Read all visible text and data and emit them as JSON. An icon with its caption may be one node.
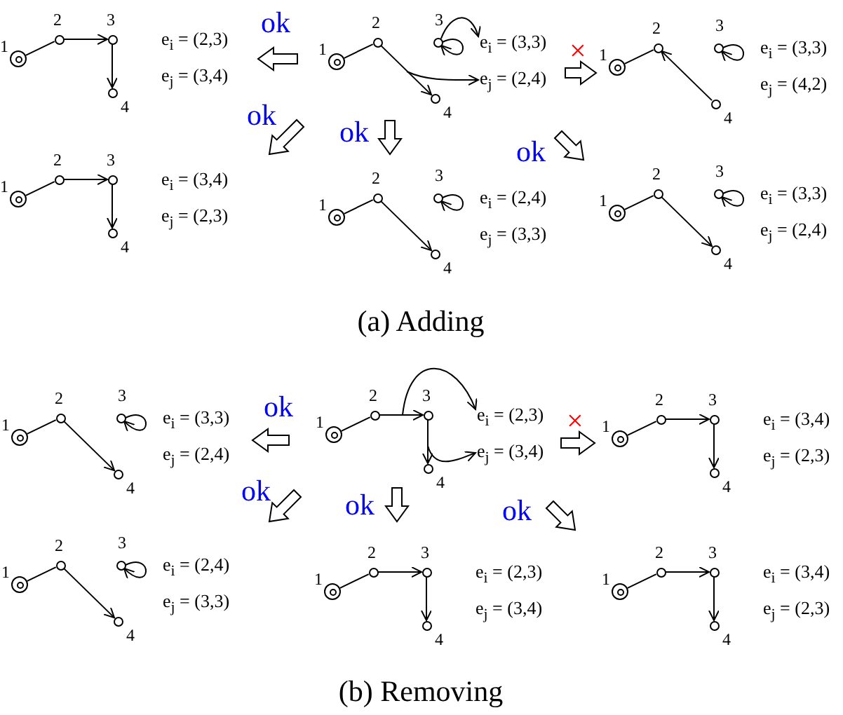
{
  "diagram": {
    "nodes": [
      {
        "text": [],
        "shape": "picture"
      },
      {
        "text": [],
        "shape": "circle",
        "beside": [
          "1"
        ],
        "in": 0
      },
      {
        "text": [],
        "shape": "circle",
        "beside": [
          "2"
        ],
        "in": 0
      },
      {
        "text": [],
        "shape": "circle",
        "beside": [
          "3"
        ],
        "in": 0
      },
      {
        "text": [],
        "shape": "circle",
        "beside": [
          "4"
        ],
        "in": 0
      },
      {
        "text": [
          "e$_{i}$ = (2,3)"
        ],
        "in": 0
      },
      {
        "text": [
          "e$_{j}$ = (3,4)"
        ],
        "in": 0
      },
      {
        "text": [],
        "shape": "picture"
      },
      {
        "text": [],
        "shape": "circle",
        "beside": [
          "1"
        ],
        "in": 7
      },
      {
        "text": [],
        "shape": "circle",
        "beside": [
          "2"
        ],
        "in": 7
      },
      {
        "text": [],
        "shape": "circle",
        "beside": [
          "3"
        ],
        "in": 7
      },
      {
        "text": [],
        "shape": "circle",
        "beside": [
          "4"
        ],
        "in": 7
      },
      {
        "text": [
          "e$_{i}$ = (3,3)"
        ],
        "in": 7
      },
      {
        "text": [
          "e$_{j}$ = (2,4)"
        ],
        "in": 7
      },
      {
        "text": [],
        "shape": "picture"
      },
      {
        "text": [],
        "shape": "circle",
        "beside": [
          "1"
        ],
        "in": 14
      },
      {
        "text": [],
        "shape": "circle",
        "beside": [
          "2"
        ],
        "in": 14
      },
      {
        "text": [],
        "shape": "circle",
        "beside": [
          "3"
        ],
        "in": 14
      },
      {
        "text": [],
        "shape": "circle",
        "beside": [
          "4"
        ],
        "in": 14
      },
      {
        "text": [
          "e$_{i}$ = (3,3)"
        ],
        "in": 14
      },
      {
        "text": [
          "e$_{j}$ = (4,2)"
        ],
        "in": 14
      },
      {
        "text": [],
        "shape": "picture"
      },
      {
        "text": [],
        "shape": "circle",
        "beside": [
          "1"
        ],
        "in": 21
      },
      {
        "text": [],
        "shape": "circle",
        "beside": [
          "2"
        ],
        "in": 21
      },
      {
        "text": [],
        "shape": "circle",
        "beside": [
          "3"
        ],
        "in": 21
      },
      {
        "text": [],
        "shape": "circle",
        "beside": [
          "4"
        ],
        "in": 21
      },
      {
        "text": [
          "e$_{i}$ = (3,4)"
        ],
        "in": 21
      },
      {
        "text": [
          "e$_{j}$ = (2,3)"
        ],
        "in": 21
      },
      {
        "text": [],
        "shape": "picture"
      },
      {
        "text": [],
        "shape": "circle",
        "beside": [
          "1"
        ],
        "in": 28
      },
      {
        "text": [],
        "shape": "circle",
        "beside": [
          "2"
        ],
        "in": 28
      },
      {
        "text": [],
        "shape": "circle",
        "beside": [
          "3"
        ],
        "in": 28
      },
      {
        "text": [],
        "shape": "circle",
        "beside": [
          "4"
        ],
        "in": 28
      },
      {
        "text": [
          "e$_{i}$ = (2,4)"
        ],
        "in": 28
      },
      {
        "text": [
          "e$_{j}$ = (3,3)"
        ],
        "in": 28
      },
      {
        "text": [],
        "shape": "picture"
      },
      {
        "text": [],
        "shape": "circle",
        "beside": [
          "1"
        ],
        "in": 35
      },
      {
        "text": [],
        "shape": "circle",
        "beside": [
          "2"
        ],
        "in": 35
      },
      {
        "text": [],
        "shape": "circle",
        "beside": [
          "3"
        ],
        "in": 35
      },
      {
        "text": [],
        "shape": "circle",
        "beside": [
          "4"
        ],
        "in": 35
      },
      {
        "text": [
          "e$_{i}$ = (3,3)"
        ],
        "in": 35
      },
      {
        "text": [
          "e$_{j}$ = (2,4)"
        ],
        "in": 35
      },
      {
        "text": [],
        "shape": "picture"
      },
      {
        "text": [],
        "shape": "circle",
        "beside": [
          "1"
        ],
        "in": 42
      },
      {
        "text": [],
        "shape": "circle",
        "beside": [
          "2"
        ],
        "in": 42
      },
      {
        "text": [],
        "shape": "circle",
        "beside": [
          "3"
        ],
        "in": 42
      },
      {
        "text": [],
        "shape": "circle",
        "beside": [
          "4"
        ],
        "in": 42
      },
      {
        "text": [
          "e$_{i}$ = (3,3)"
        ],
        "in": 42
      },
      {
        "text": [
          "e$_{j}$ = (2,4)"
        ],
        "in": 42
      },
      {
        "text": [],
        "shape": "picture"
      },
      {
        "text": [],
        "shape": "circle",
        "beside": [
          "1"
        ],
        "in": 49
      },
      {
        "text": [],
        "shape": "circle",
        "beside": [
          "2"
        ],
        "in": 49
      },
      {
        "text": [],
        "shape": "circle",
        "beside": [
          "3"
        ],
        "in": 49
      },
      {
        "text": [],
        "shape": "circle",
        "beside": [
          "4"
        ],
        "in": 49
      },
      {
        "text": [
          "e$_{i}$ = (2,3)"
        ],
        "in": 49
      },
      {
        "text": [
          "e$_{j}$ = (3,4)"
        ],
        "in": 49
      },
      {
        "text": [],
        "shape": "picture"
      },
      {
        "text": [],
        "shape": "circle",
        "beside": [
          "1"
        ],
        "in": 56
      },
      {
        "text": [],
        "shape": "circle",
        "beside": [
          "2"
        ],
        "in": 56
      },
      {
        "text": [],
        "shape": "circle",
        "beside": [
          "3"
        ],
        "in": 56
      },
      {
        "text": [],
        "shape": "circle",
        "beside": [
          "4"
        ],
        "in": 56
      },
      {
        "text": [
          "e$_{i}$ = (3,4)"
        ],
        "in": 56
      },
      {
        "text": [
          "e$_{j}$ = (2,3)"
        ],
        "in": 56
      },
      {
        "text": [],
        "shape": "picture"
      },
      {
        "text": [],
        "shape": "circle",
        "beside": [
          "1"
        ],
        "in": 63
      },
      {
        "text": [],
        "shape": "circle",
        "beside": [
          "2"
        ],
        "in": 63
      },
      {
        "text": [],
        "shape": "circle",
        "beside": [
          "3"
        ],
        "in": 63
      },
      {
        "text": [],
        "shape": "circle",
        "beside": [
          "4"
        ],
        "in": 63
      },
      {
        "text": [
          "e$_{i}$ = (2,4)"
        ],
        "in": 63
      },
      {
        "text": [
          "e$_{j}$ = (3,3)"
        ],
        "in": 63
      },
      {
        "text": [],
        "shape": "picture"
      },
      {
        "text": [],
        "shape": "circle",
        "beside": [
          "1"
        ],
        "in": 70
      },
      {
        "text": [],
        "shape": "circle",
        "beside": [
          "2"
        ],
        "in": 70
      },
      {
        "text": [],
        "shape": "circle",
        "beside": [
          "3"
        ],
        "in": 70
      },
      {
        "text": [],
        "shape": "circle",
        "beside": [
          "4"
        ],
        "in": 70
      },
      {
        "text": [
          "e$_{i}$ = (2,3)"
        ],
        "in": 70
      },
      {
        "text": [
          "e$_{j}$ = (3,4)"
        ],
        "in": 70
      },
      {
        "text": [],
        "shape": "picture"
      },
      {
        "text": [],
        "shape": "circle",
        "beside": [
          "1"
        ],
        "in": 77
      },
      {
        "text": [],
        "shape": "circle",
        "beside": [
          "2"
        ],
        "in": 77
      },
      {
        "text": [],
        "shape": "circle",
        "beside": [
          "3"
        ],
        "in": 77
      },
      {
        "text": [],
        "shape": "circle",
        "beside": [
          "4"
        ],
        "in": 77
      },
      {
        "text": [
          "e$_{i}$ = (3,4)"
        ],
        "in": 77
      },
      {
        "text": [
          "e$_{j}$ = (2,3)"
        ],
        "in": 77
      }
    ],
    "edges": [
      {
        "from": 1,
        "to": 2,
        "arrow": "none"
      },
      {
        "from": 2,
        "to": 3,
        "arrow": "to"
      },
      {
        "from": 3,
        "to": 4,
        "arrow": "to"
      },
      {
        "from": 8,
        "to": 9,
        "arrow": "none"
      },
      {
        "from": 9,
        "to": 11,
        "arrow": "to"
      },
      {
        "from": 10,
        "to": 10,
        "arrow": "to"
      },
      {
        "from": 10,
        "to": 12,
        "arrow": "to"
      },
      {
        "from": null,
        "to": 13,
        "arrow": "to"
      },
      {
        "from": 15,
        "to": 16,
        "arrow": "none"
      },
      {
        "from": 18,
        "to": 16,
        "arrow": "to"
      },
      {
        "from": 17,
        "to": 17,
        "arrow": "to"
      },
      {
        "from": 22,
        "to": 23,
        "arrow": "none"
      },
      {
        "from": 23,
        "to": 24,
        "arrow": "to"
      },
      {
        "from": 24,
        "to": 25,
        "arrow": "to"
      },
      {
        "from": 29,
        "to": 30,
        "arrow": "none"
      },
      {
        "from": 30,
        "to": 32,
        "arrow": "to"
      },
      {
        "from": 31,
        "to": 31,
        "arrow": "to"
      },
      {
        "from": 36,
        "to": 37,
        "arrow": "none"
      },
      {
        "from": 37,
        "to": 39,
        "arrow": "to"
      },
      {
        "from": 38,
        "to": 38,
        "arrow": "to"
      },
      {
        "from": 7,
        "to": 0,
        "arrow": "to",
        "label": "ok"
      },
      {
        "from": 7,
        "to": 21,
        "arrow": "to",
        "label": "ok"
      },
      {
        "from": 7,
        "to": 28,
        "arrow": "to",
        "label": "ok"
      },
      {
        "from": 7,
        "to": 14,
        "arrow": "to",
        "label": "×"
      },
      {
        "from": 7,
        "to": 35,
        "arrow": "to",
        "label": "ok"
      },
      {
        "from": 43,
        "to": 44,
        "arrow": "none"
      },
      {
        "from": 44,
        "to": 46,
        "arrow": "to"
      },
      {
        "from": 45,
        "to": 45,
        "arrow": "to"
      },
      {
        "from": 50,
        "to": 51,
        "arrow": "none"
      },
      {
        "from": 51,
        "to": 52,
        "arrow": "to"
      },
      {
        "from": 52,
        "to": 53,
        "arrow": "to"
      },
      {
        "from": null,
        "to": 54,
        "arrow": "to"
      },
      {
        "from": null,
        "to": 55,
        "arrow": "to"
      },
      {
        "from": 57,
        "to": 58,
        "arrow": "none"
      },
      {
        "from": 58,
        "to": 59,
        "arrow": "to"
      },
      {
        "from": 59,
        "to": 60,
        "arrow": "to"
      },
      {
        "from": 64,
        "to": 65,
        "arrow": "none"
      },
      {
        "from": 65,
        "to": 67,
        "arrow": "to"
      },
      {
        "from": 66,
        "to": 66,
        "arrow": "to"
      },
      {
        "from": 71,
        "to": 72,
        "arrow": "none"
      },
      {
        "from": 72,
        "to": 73,
        "arrow": "to"
      },
      {
        "from": 73,
        "to": 74,
        "arrow": "to"
      },
      {
        "from": 78,
        "to": 79,
        "arrow": "none"
      },
      {
        "from": 79,
        "to": 80,
        "arrow": "to"
      },
      {
        "from": 80,
        "to": 81,
        "arrow": "to"
      },
      {
        "from": 49,
        "to": 42,
        "arrow": "to",
        "label": "ok"
      },
      {
        "from": 49,
        "to": 63,
        "arrow": "to",
        "label": "ok"
      },
      {
        "from": 49,
        "to": 70,
        "arrow": "to",
        "label": "ok"
      },
      {
        "from": 49,
        "to": 56,
        "arrow": "to",
        "label": "×"
      },
      {
        "from": 49,
        "to": 77,
        "arrow": "to",
        "label": "ok"
      }
    ],
    "labels": [
      "(a) Adding",
      "(b) Removing"
    ]
  }
}
